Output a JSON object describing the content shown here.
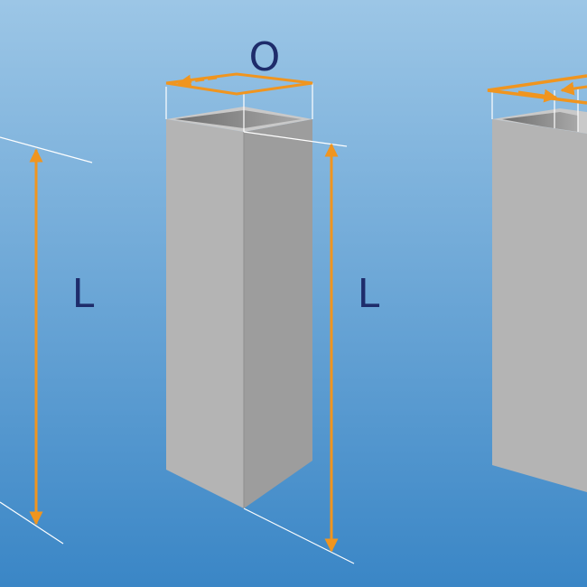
{
  "labels": {
    "length_left": "L",
    "length_middle": "L",
    "perimeter": "O"
  },
  "colors": {
    "background_top": "#9cc6e6",
    "background_bottom": "#3a86c6",
    "dimension_arrow": "#f0951f",
    "label_text": "#1e2c6b",
    "column_front": "#b4b4b4",
    "column_side": "#9d9d9d",
    "column_top": "#c9c9c9",
    "extension_line": "#ffffff"
  },
  "icons": {
    "dimension_arrow": "double-headed-arrow",
    "perimeter_arrow": "looped-arrow"
  }
}
